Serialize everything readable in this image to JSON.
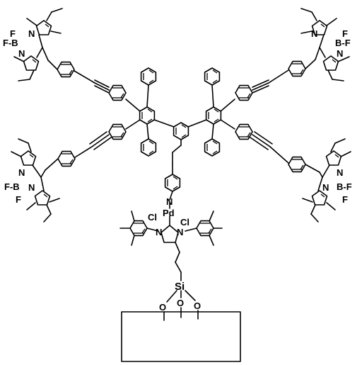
{
  "atoms": {
    "n": "N",
    "f": "F",
    "f_b": "F-B",
    "b_f": "B-F",
    "pd": "Pd",
    "cl": "Cl",
    "si": "Si",
    "o": "O"
  }
}
